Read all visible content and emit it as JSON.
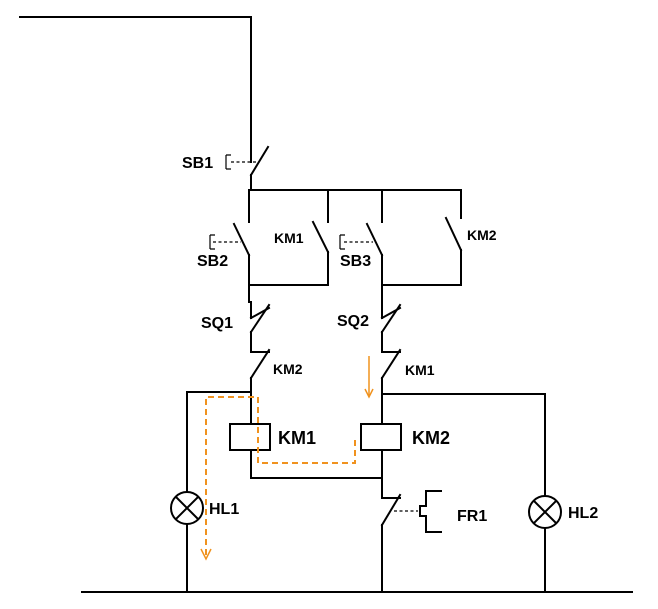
{
  "labels": {
    "sb1": "SB1",
    "sb2": "SB2",
    "sb3": "SB3",
    "km1_aux": "KM1",
    "km2_aux": "KM2",
    "sq1": "SQ1",
    "sq2": "SQ2",
    "km2_interlock": "KM2",
    "km1_interlock": "KM1",
    "km1_coil": "KM1",
    "km2_coil": "KM2",
    "hl1": "HL1",
    "hl2": "HL2",
    "fr1": "FR1"
  },
  "colors": {
    "wire": "#000000",
    "current_path": "#f0921e"
  }
}
